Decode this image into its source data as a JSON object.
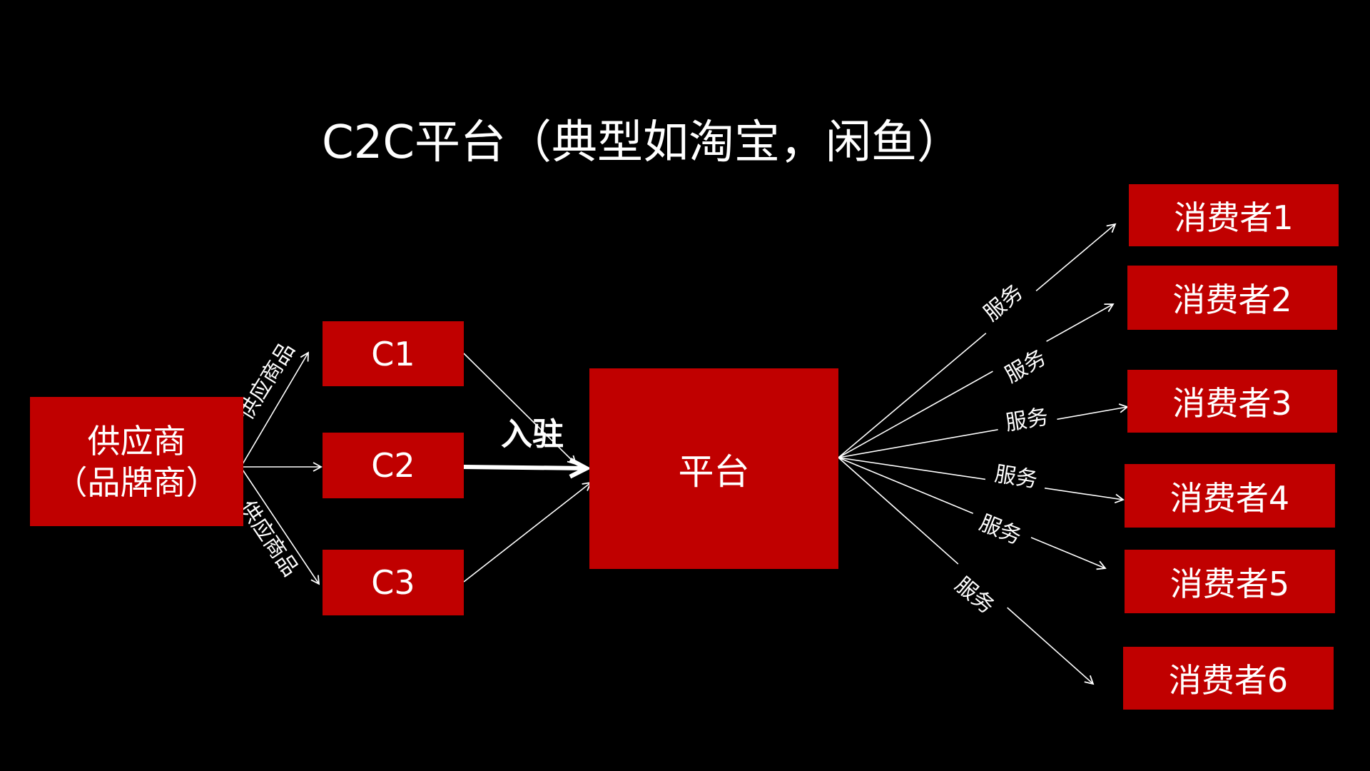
{
  "title": "C2C平台（典型如淘宝，闲鱼）",
  "nodes": {
    "supplier": {
      "line1": "供应商",
      "line2": "（品牌商）"
    },
    "c1": "C1",
    "c2": "C2",
    "c3": "C3",
    "platform": "平台",
    "consumers": [
      "消费者1",
      "消费者2",
      "消费者3",
      "消费者4",
      "消费者5",
      "消费者6"
    ]
  },
  "edge_labels": {
    "supply_top": "供应商品",
    "supply_bottom": "供应商品",
    "join": "入驻",
    "service": [
      "服务",
      "服务",
      "服务",
      "服务",
      "服务",
      "服务"
    ]
  },
  "colors": {
    "background": "#000000",
    "box_fill": "#c00000",
    "text": "#ffffff",
    "line": "#ffffff"
  }
}
